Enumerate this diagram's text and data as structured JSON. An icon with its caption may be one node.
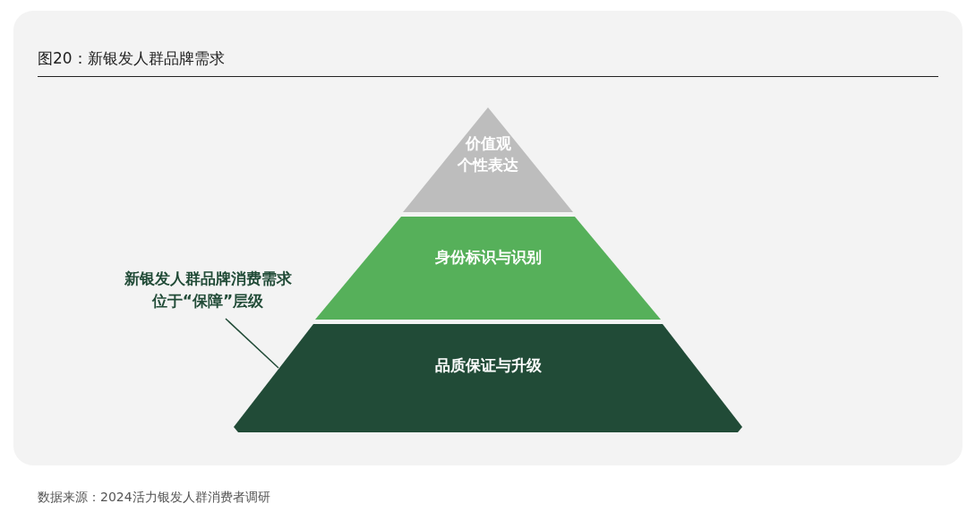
{
  "diagram": {
    "title": "图20：新银发人群品牌需求",
    "caption": "数据来源：2024活力银发人群消费者调研",
    "nodes": [
      {
        "text": [
          "价值观",
          "个性表达"
        ]
      },
      {
        "text": [
          "身份标识与识别"
        ]
      },
      {
        "text": [
          "品质保证与升级"
        ]
      },
      {
        "text": [
          "新银发人群品牌消费需求位于“保障”层级"
        ]
      }
    ],
    "edges": [
      {
        "from": 3,
        "to": 2,
        "arrow": "none"
      }
    ]
  }
}
